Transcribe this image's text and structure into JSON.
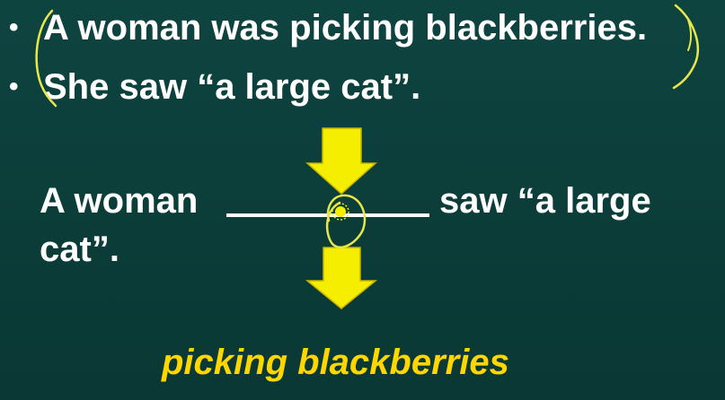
{
  "bullets": [
    {
      "marker": "•",
      "text": "A woman was picking blackberries."
    },
    {
      "marker": "•",
      "text": "She saw “a large cat”."
    }
  ],
  "sentence": {
    "left": "A woman",
    "right": "saw “a large",
    "continuation": "cat”."
  },
  "answer": "picking blackberries",
  "colors": {
    "background": "#0c3f3b",
    "text": "#ffffff",
    "accent": "#ffd700",
    "arrow": "#f5ee00",
    "annotation": "#e8e84a"
  },
  "icons": [
    "down-arrow-icon",
    "down-arrow-icon"
  ]
}
